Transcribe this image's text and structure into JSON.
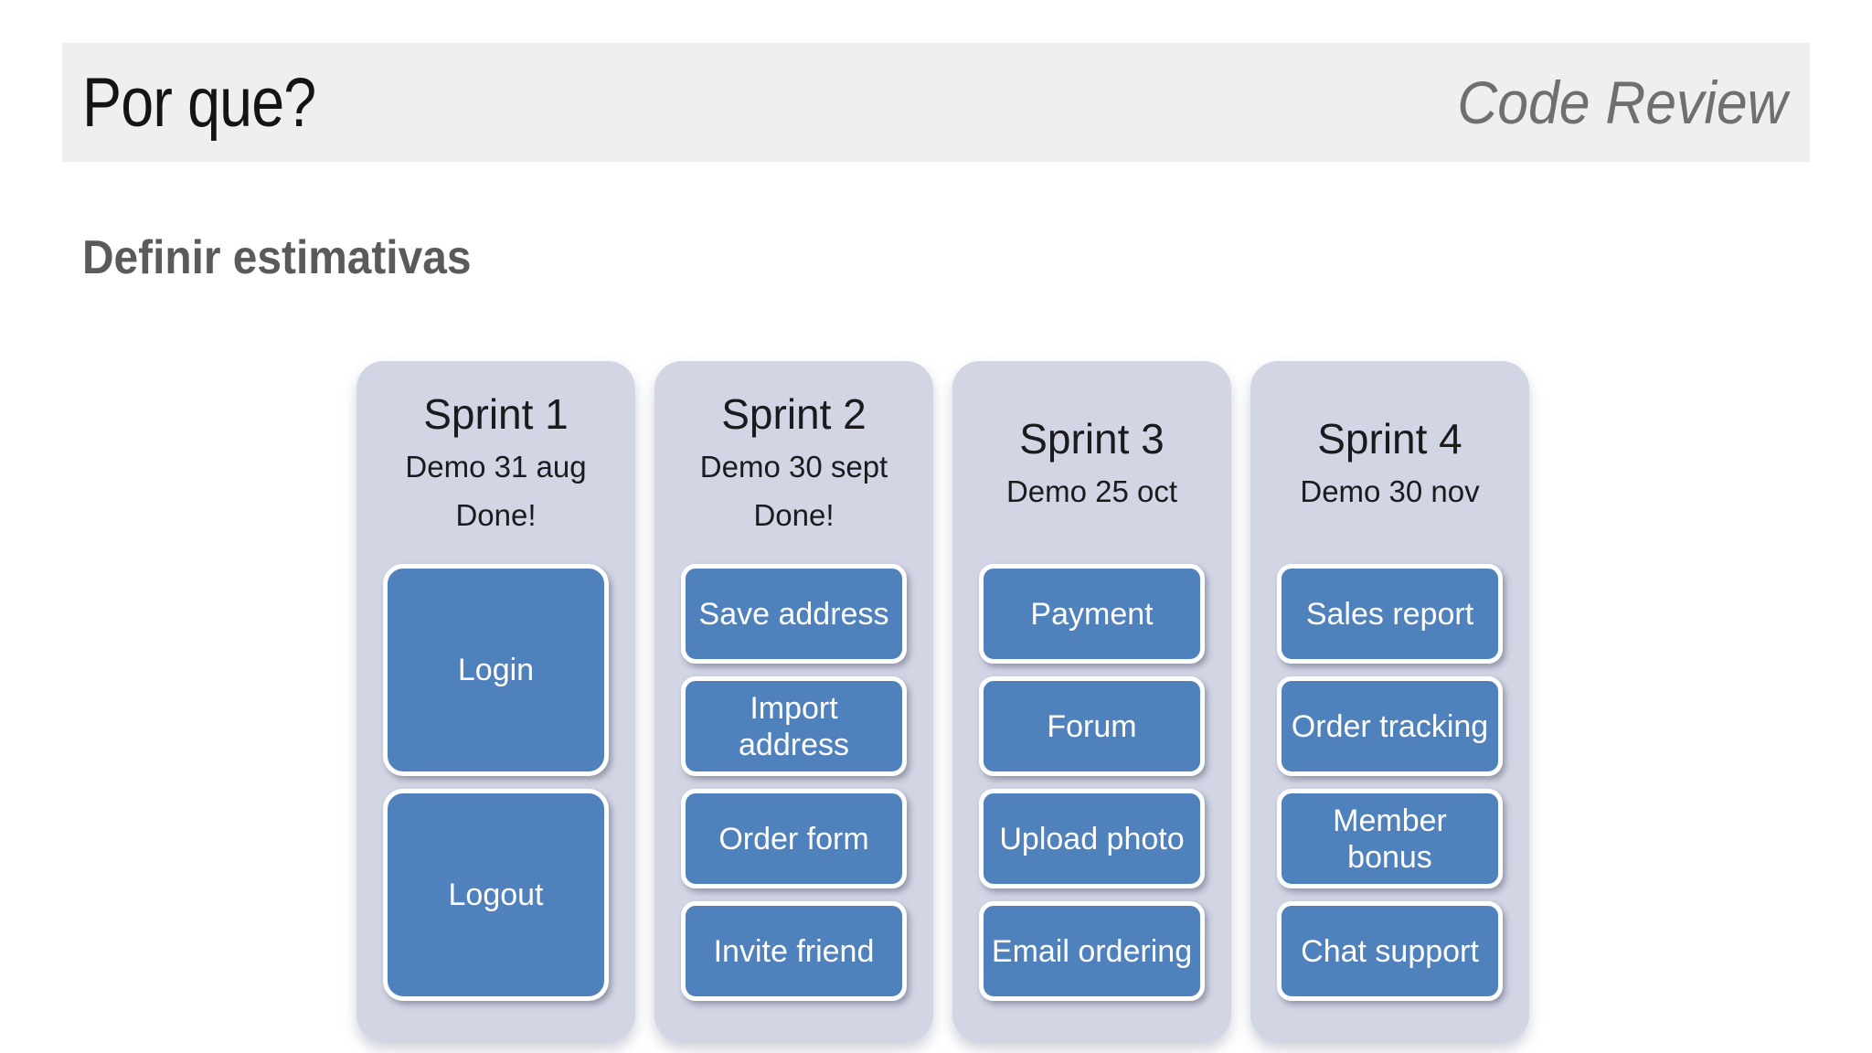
{
  "slide": {
    "title": "Por que?",
    "corner_label": "Code Review",
    "subtitle": "Definir estimativas"
  },
  "colors": {
    "banner_bg": "#efefef",
    "title_text": "#141414",
    "corner_text": "#6f6f6f",
    "subtitle_text": "#5a5a5a",
    "column_bg": "#d1d5e4",
    "card_bg": "#4f81bd",
    "card_border": "#ffffff",
    "card_text": "#ffffff",
    "sprint_text": "#1b1b1e"
  },
  "sprints": [
    {
      "name": "Sprint 1",
      "demo": "Demo 31 aug",
      "status": "Done!",
      "tall_cards": true,
      "cards": [
        "Login",
        "Logout"
      ]
    },
    {
      "name": "Sprint 2",
      "demo": "Demo 30 sept",
      "status": "Done!",
      "tall_cards": false,
      "cards": [
        "Save address",
        "Import address",
        "Order form",
        "Invite friend"
      ]
    },
    {
      "name": "Sprint 3",
      "demo": "Demo 25 oct",
      "status": "",
      "tall_cards": false,
      "cards": [
        "Payment",
        "Forum",
        "Upload photo",
        "Email ordering"
      ]
    },
    {
      "name": "Sprint 4",
      "demo": "Demo 30 nov",
      "status": "",
      "tall_cards": false,
      "cards": [
        "Sales report",
        "Order tracking",
        "Member bonus",
        "Chat support"
      ]
    }
  ]
}
